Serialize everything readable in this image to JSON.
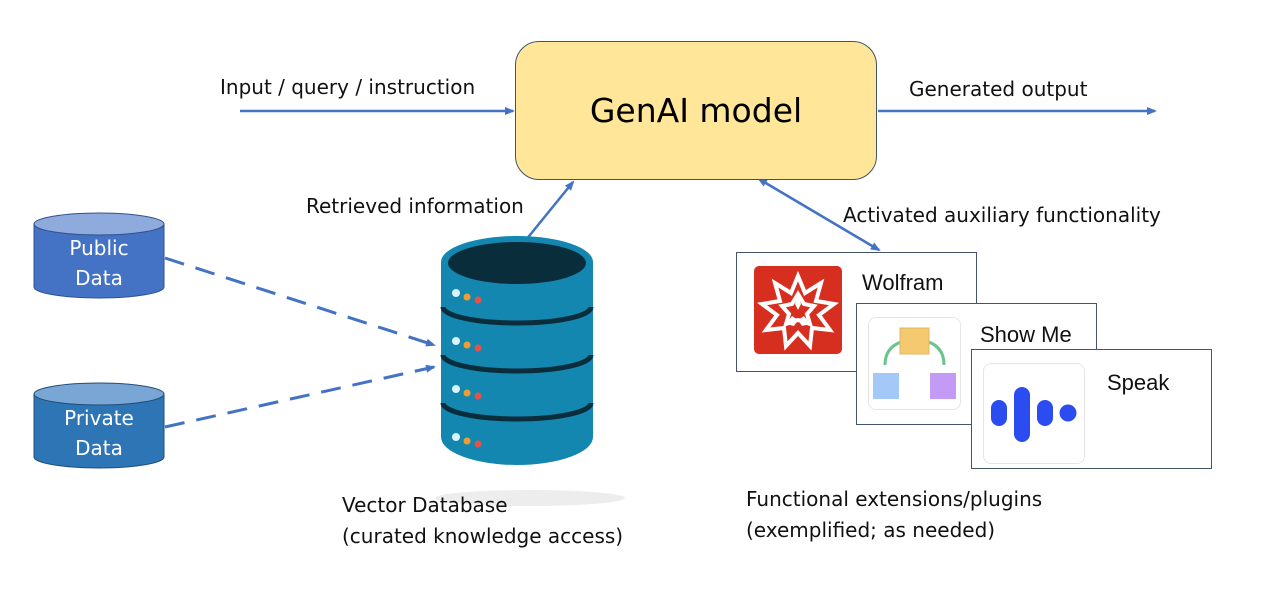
{
  "model": {
    "title": "GenAI model"
  },
  "flows": {
    "input_label": "Input / query / instruction",
    "output_label": "Generated output",
    "retrieved_label": "Retrieved information",
    "aux_label": "Activated auxiliary functionality"
  },
  "sources": [
    {
      "line1": "Public",
      "line2": "Data",
      "color": "#4472c4"
    },
    {
      "line1": "Private",
      "line2": "Data",
      "color": "#2e75b6"
    }
  ],
  "vector_db": {
    "caption_line1": "Vector Database",
    "caption_line2": "(curated knowledge access)",
    "color": "#1387b0"
  },
  "plugins": {
    "items": [
      {
        "name": "Wolfram",
        "icon": "wolfram-spikey-icon",
        "color": "#d62f1f"
      },
      {
        "name": "Show Me",
        "icon": "diagram-nodes-icon",
        "color": "#f5c96f"
      },
      {
        "name": "Speak",
        "icon": "audio-waveform-icon",
        "color": "#2b4cf0"
      }
    ],
    "caption_line1": "Functional extensions/plugins",
    "caption_line2": "(exemplified; as needed)"
  },
  "colors": {
    "arrow": "#4472c4",
    "model_fill": "#ffe699"
  }
}
